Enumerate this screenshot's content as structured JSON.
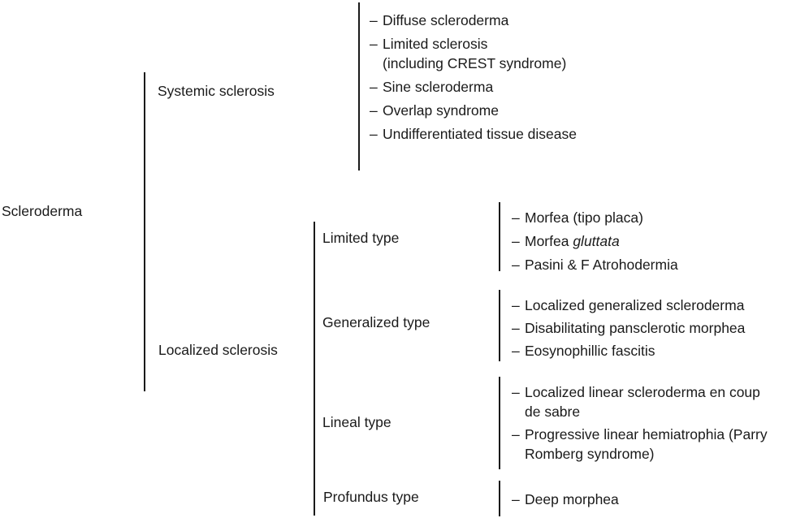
{
  "ui": {
    "dash": "–"
  },
  "colors": {
    "text": "#1a1a1a",
    "line": "#1a1a1a",
    "background": "#ffffff"
  },
  "tree": {
    "root_label": "Scleroderma",
    "systemic": {
      "label": "Systemic sclerosis",
      "items": [
        {
          "line1": "Diffuse scleroderma"
        },
        {
          "line1": "Limited sclerosis",
          "line2": "(including CREST syndrome)"
        },
        {
          "line1": "Sine scleroderma"
        },
        {
          "line1": "Overlap syndrome"
        },
        {
          "line1": "Undifferentiated tissue disease"
        }
      ]
    },
    "localized": {
      "label": "Localized sclerosis",
      "subtypes": {
        "limited": {
          "label": "Limited type",
          "items": [
            {
              "line1": "Morfea (tipo placa)"
            },
            {
              "prefix": "Morfea ",
              "italic": "gluttata"
            },
            {
              "line1": "Pasini & F Atrohodermia"
            }
          ]
        },
        "generalized": {
          "label": "Generalized type",
          "items": [
            {
              "line1": "Localized generalized scleroderma"
            },
            {
              "line1": "Disabilitating pansclerotic morphea"
            },
            {
              "line1": "Eosynophillic fascitis"
            }
          ]
        },
        "lineal": {
          "label": "Lineal type",
          "items": [
            {
              "line1": "Localized linear scleroderma en coup",
              "line2": "de sabre"
            },
            {
              "line1": "Progressive linear hemiatrophia (Parry",
              "line2": "Romberg syndrome)"
            }
          ]
        },
        "profundus": {
          "label": "Profundus type",
          "items": [
            {
              "line1": "Deep morphea"
            }
          ]
        }
      }
    }
  }
}
